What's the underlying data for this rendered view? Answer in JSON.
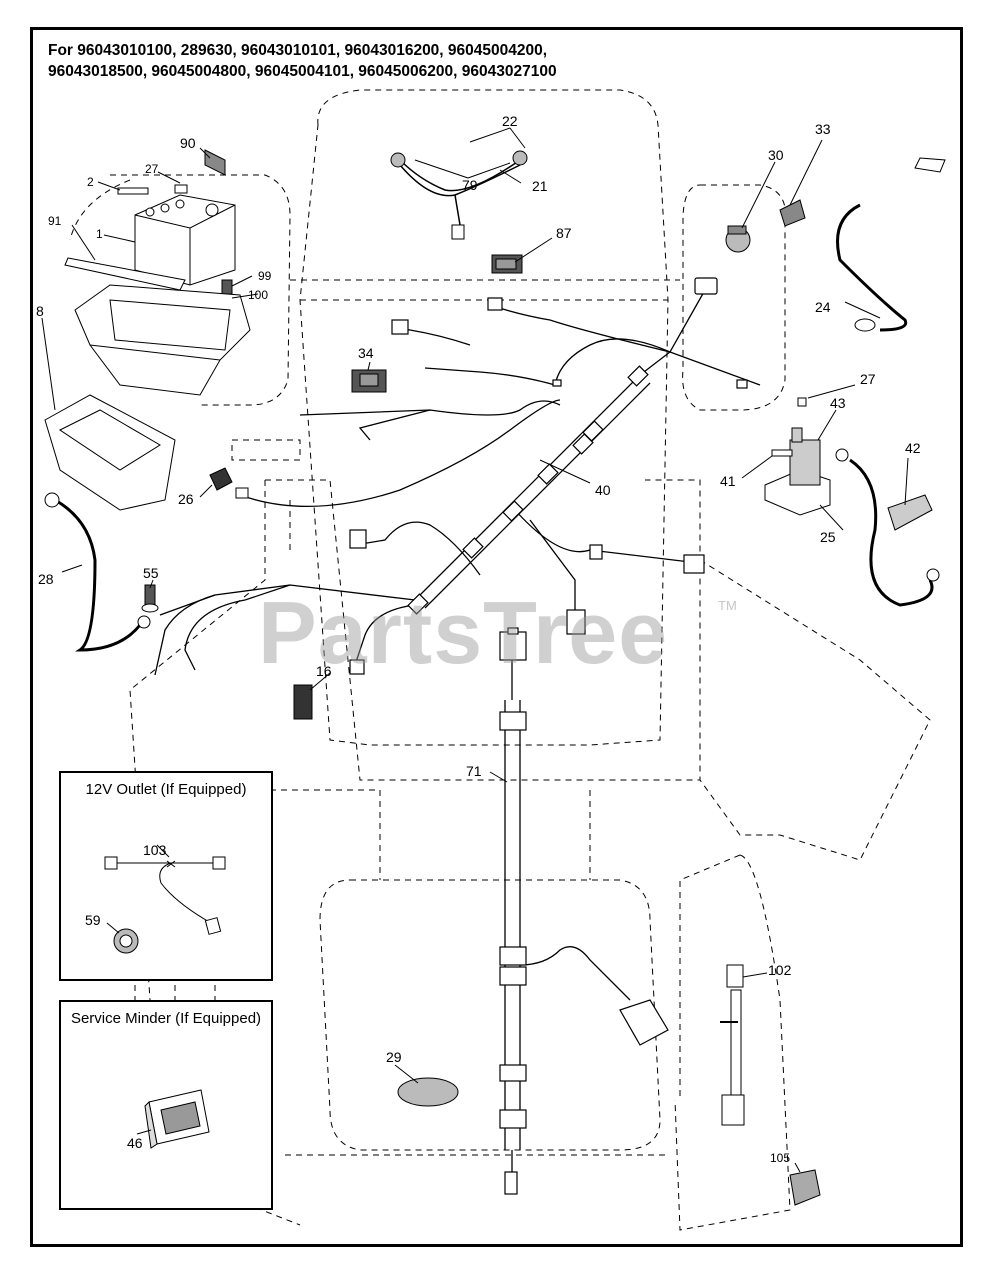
{
  "header": {
    "line1": "For 96043010100, 289630, 96043010101, 96043016200, 96045004200,",
    "line2": "96043018500, 96045004800, 96045004101, 96045006200, 96043027100"
  },
  "watermark": {
    "text": "PartsTree",
    "tm": "TM"
  },
  "callouts": {
    "c90": "90",
    "c27a": "27",
    "c2": "2",
    "c1": "1",
    "c91": "91",
    "c99": "99",
    "c100": "100",
    "c8": "8",
    "c22": "22",
    "c79": "79",
    "c21": "21",
    "c87": "87",
    "c30": "30",
    "c33": "33",
    "c24": "24",
    "c34": "34",
    "c27b": "27",
    "c43": "43",
    "c42": "42",
    "c41": "41",
    "c25": "25",
    "c40": "40",
    "c26": "26",
    "c28": "28",
    "c55": "55",
    "c16": "16",
    "c71": "71",
    "c102": "102",
    "c29": "29",
    "c105": "105",
    "c103": "103",
    "c59": "59",
    "c46": "46"
  },
  "insets": {
    "outlet_title": "12V Outlet (If Equipped)",
    "minder_title": "Service Minder (If Equipped)"
  },
  "colors": {
    "line": "#000000",
    "part_fill": "#d9d9d9",
    "watermark": "#969696"
  }
}
